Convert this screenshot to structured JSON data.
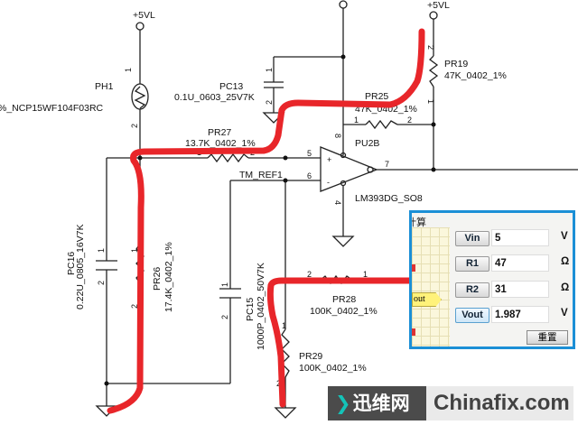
{
  "schematic": {
    "power_left": "+5VL",
    "power_right": "+5VL",
    "ph1": {
      "ref": "PH1",
      "value": "%_NCP15WF104F03RC",
      "pin1": "1",
      "pin2": "2"
    },
    "pc13": {
      "ref": "PC13",
      "value": "0.1U_0603_25V7K",
      "pin1": "1",
      "pin2": "2"
    },
    "pr27": {
      "ref": "PR27",
      "value": "13.7K_0402_1%",
      "pin1": "1",
      "pin2": "2"
    },
    "pr25": {
      "ref": "PR25",
      "value": "47K_0402_1%",
      "pin1": "1",
      "pin2": "2"
    },
    "pr19": {
      "ref": "PR19",
      "value": "47K_0402_1%",
      "pin1": "1",
      "pin2": "2"
    },
    "pu2b": {
      "ref": "PU2B",
      "value": "LM393DG_SO8",
      "pin5": "5",
      "pin6": "6",
      "pin7": "7",
      "pin8": "8",
      "pin4": "4",
      "plus": "+",
      "minus": "-"
    },
    "net_tm_ref1": "TM_REF1",
    "pc16": {
      "ref": "PC16",
      "value": "0.22U_0805_16V7K",
      "pin1": "1",
      "pin2": "2"
    },
    "pr26": {
      "ref": "PR26",
      "value": "17.4K_0402_1%",
      "pin1": "1",
      "pin2": "2"
    },
    "pc15": {
      "ref": "PC15",
      "value": "1000P_0402_50V7K",
      "pin1": "1",
      "pin2": "2"
    },
    "pr28": {
      "ref": "PR28",
      "value": "100K_0402_1%",
      "pin1": "1",
      "pin2": "2"
    },
    "pr29": {
      "ref": "PR29",
      "value": "100K_0402_1%",
      "pin1": "1",
      "pin2": "2"
    },
    "highlight_color": "#e8262a"
  },
  "calculator": {
    "title": "计算",
    "vin_label": "Vin",
    "vin_value": "5",
    "vin_unit": "V",
    "r1_label": "R1",
    "r1_value": "47",
    "r1_unit": "Ω",
    "r2_label": "R2",
    "r2_value": "31",
    "r2_unit": "Ω",
    "vout_label": "Vout",
    "vout_value": "1.987",
    "vout_unit": "V",
    "reset_label": "重置",
    "diagram_tag": "out",
    "border_color": "#1b8fd6"
  },
  "watermark": {
    "cn": "迅维网",
    "en": "Chinafix.com"
  }
}
